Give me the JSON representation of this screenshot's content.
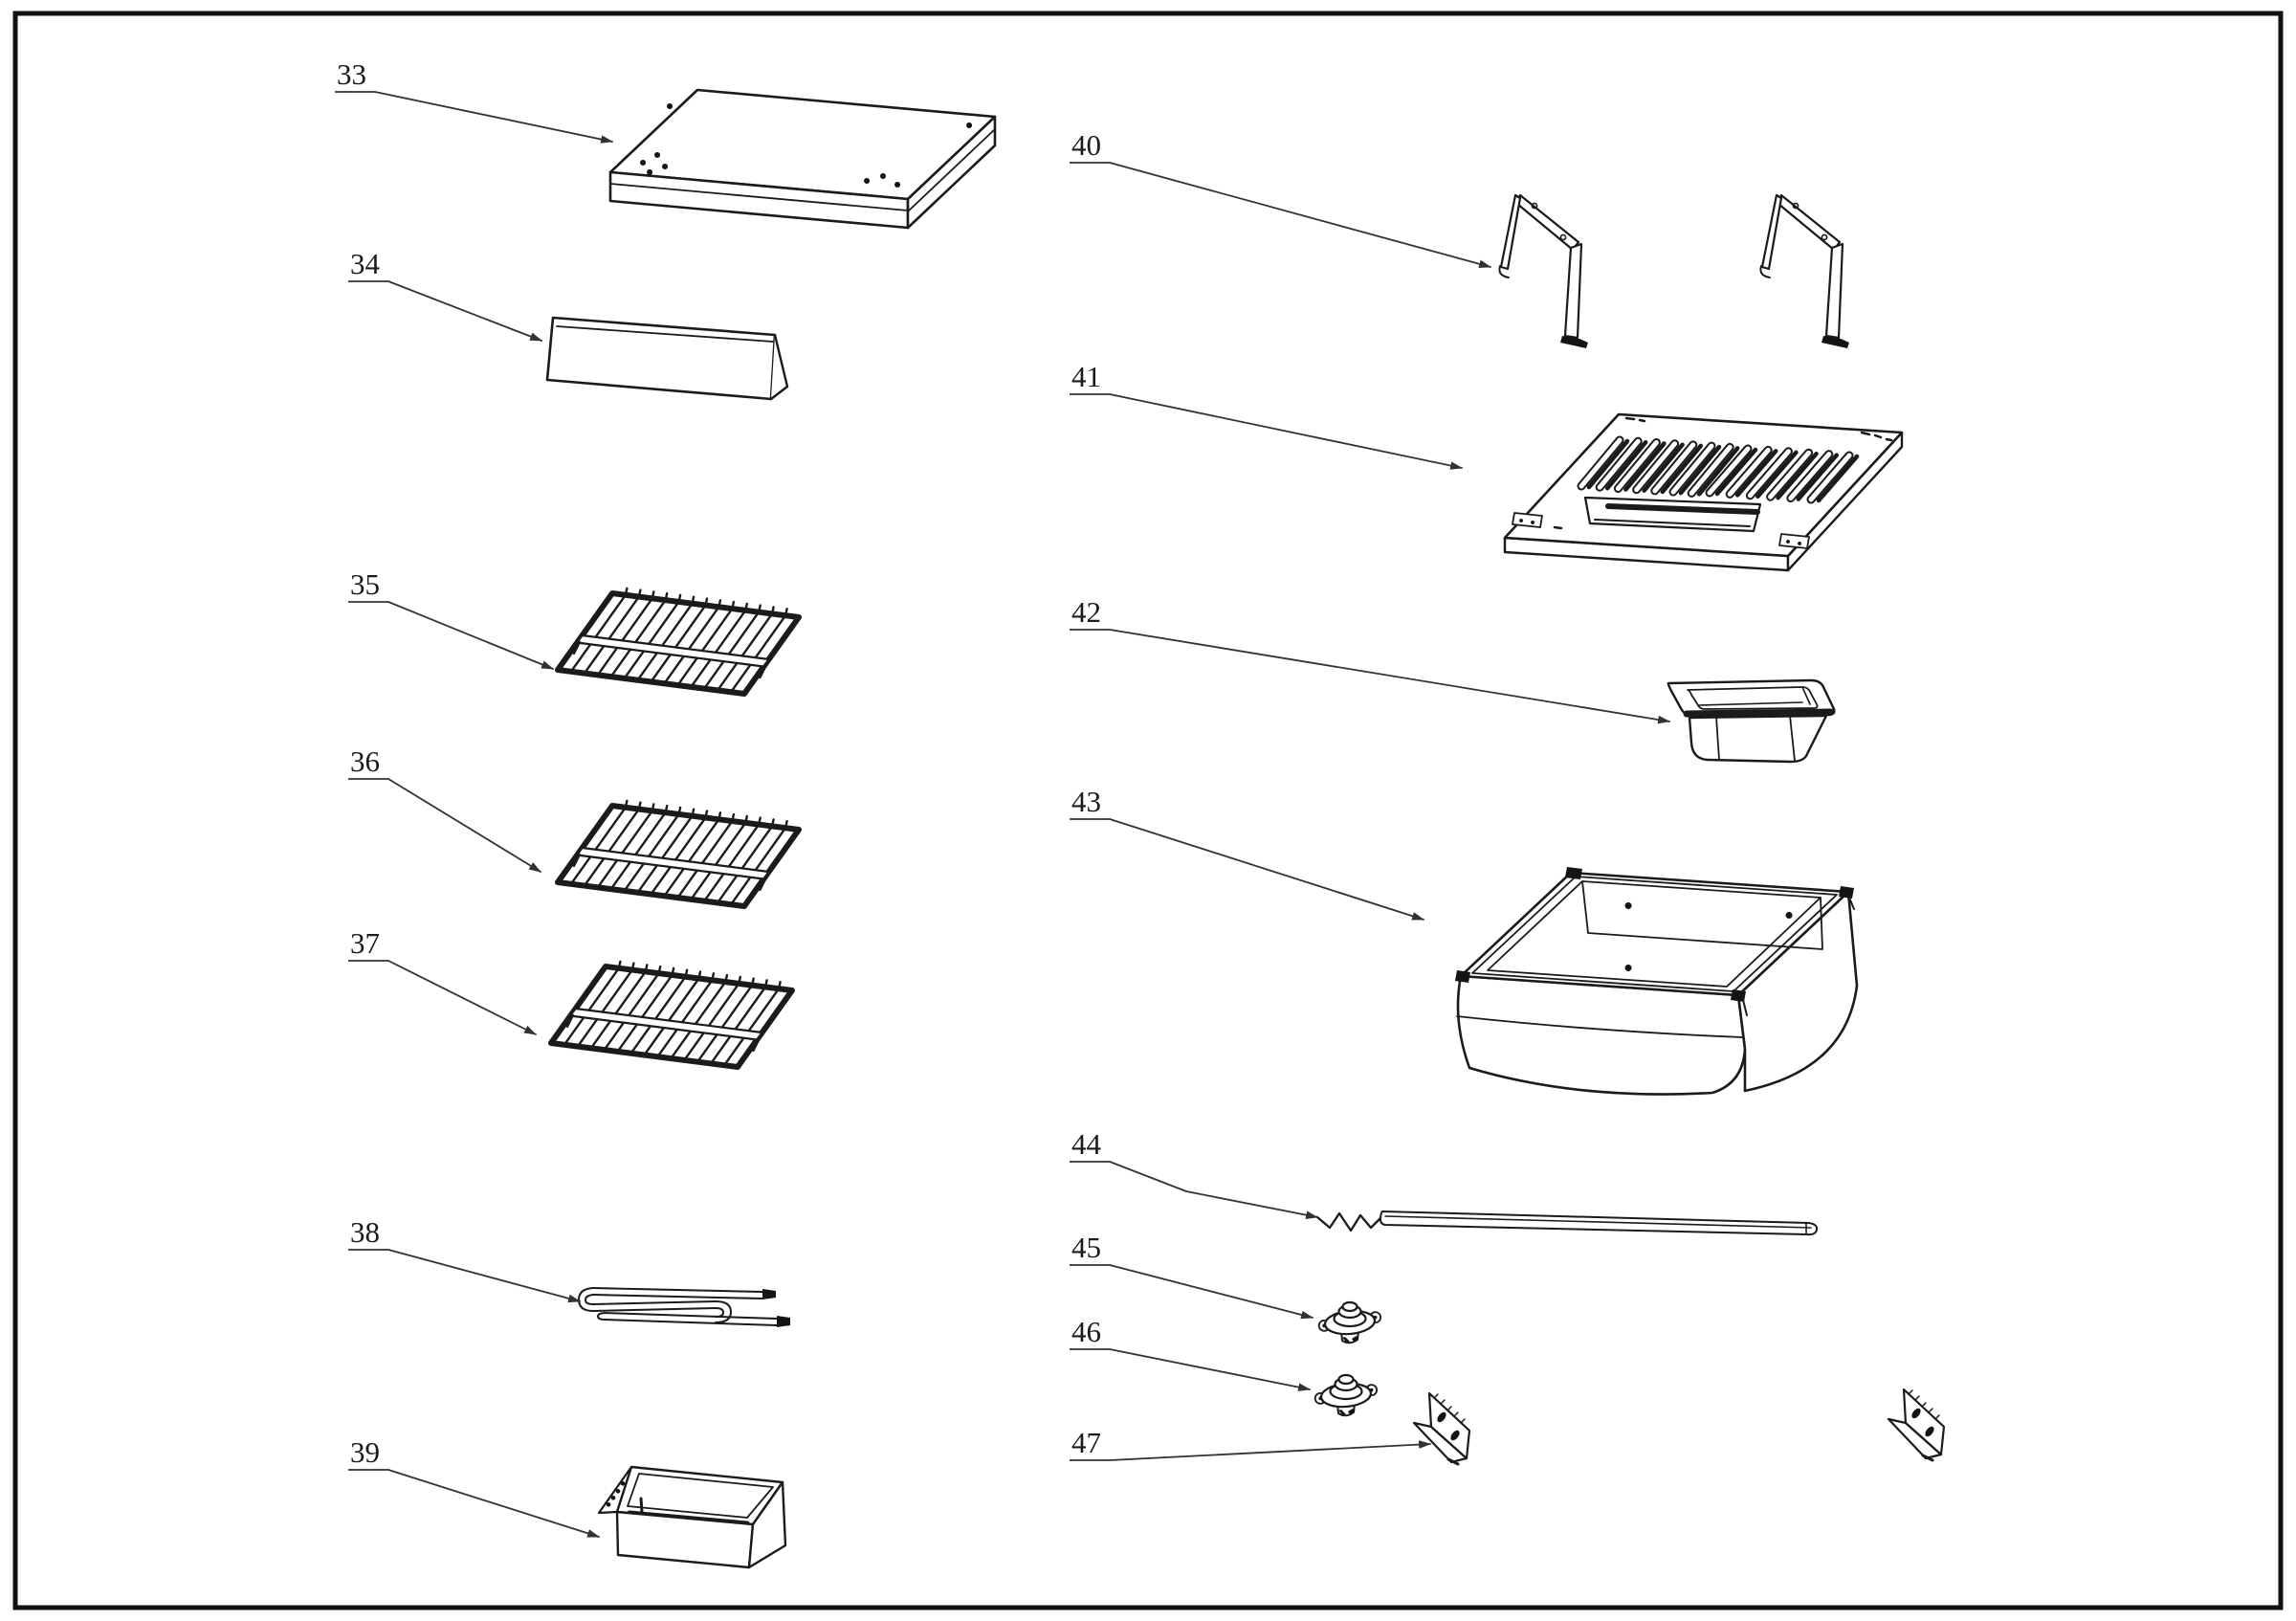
{
  "page": {
    "paper_color": "#ffffff",
    "ink_color": "#1b1b1b"
  },
  "callouts": [
    {
      "number": "33"
    },
    {
      "number": "34"
    },
    {
      "number": "35"
    },
    {
      "number": "36"
    },
    {
      "number": "37"
    },
    {
      "number": "38"
    },
    {
      "number": "39"
    },
    {
      "number": "40"
    },
    {
      "number": "41"
    },
    {
      "number": "42"
    },
    {
      "number": "43"
    },
    {
      "number": "44"
    },
    {
      "number": "45"
    },
    {
      "number": "46"
    },
    {
      "number": "47"
    }
  ]
}
